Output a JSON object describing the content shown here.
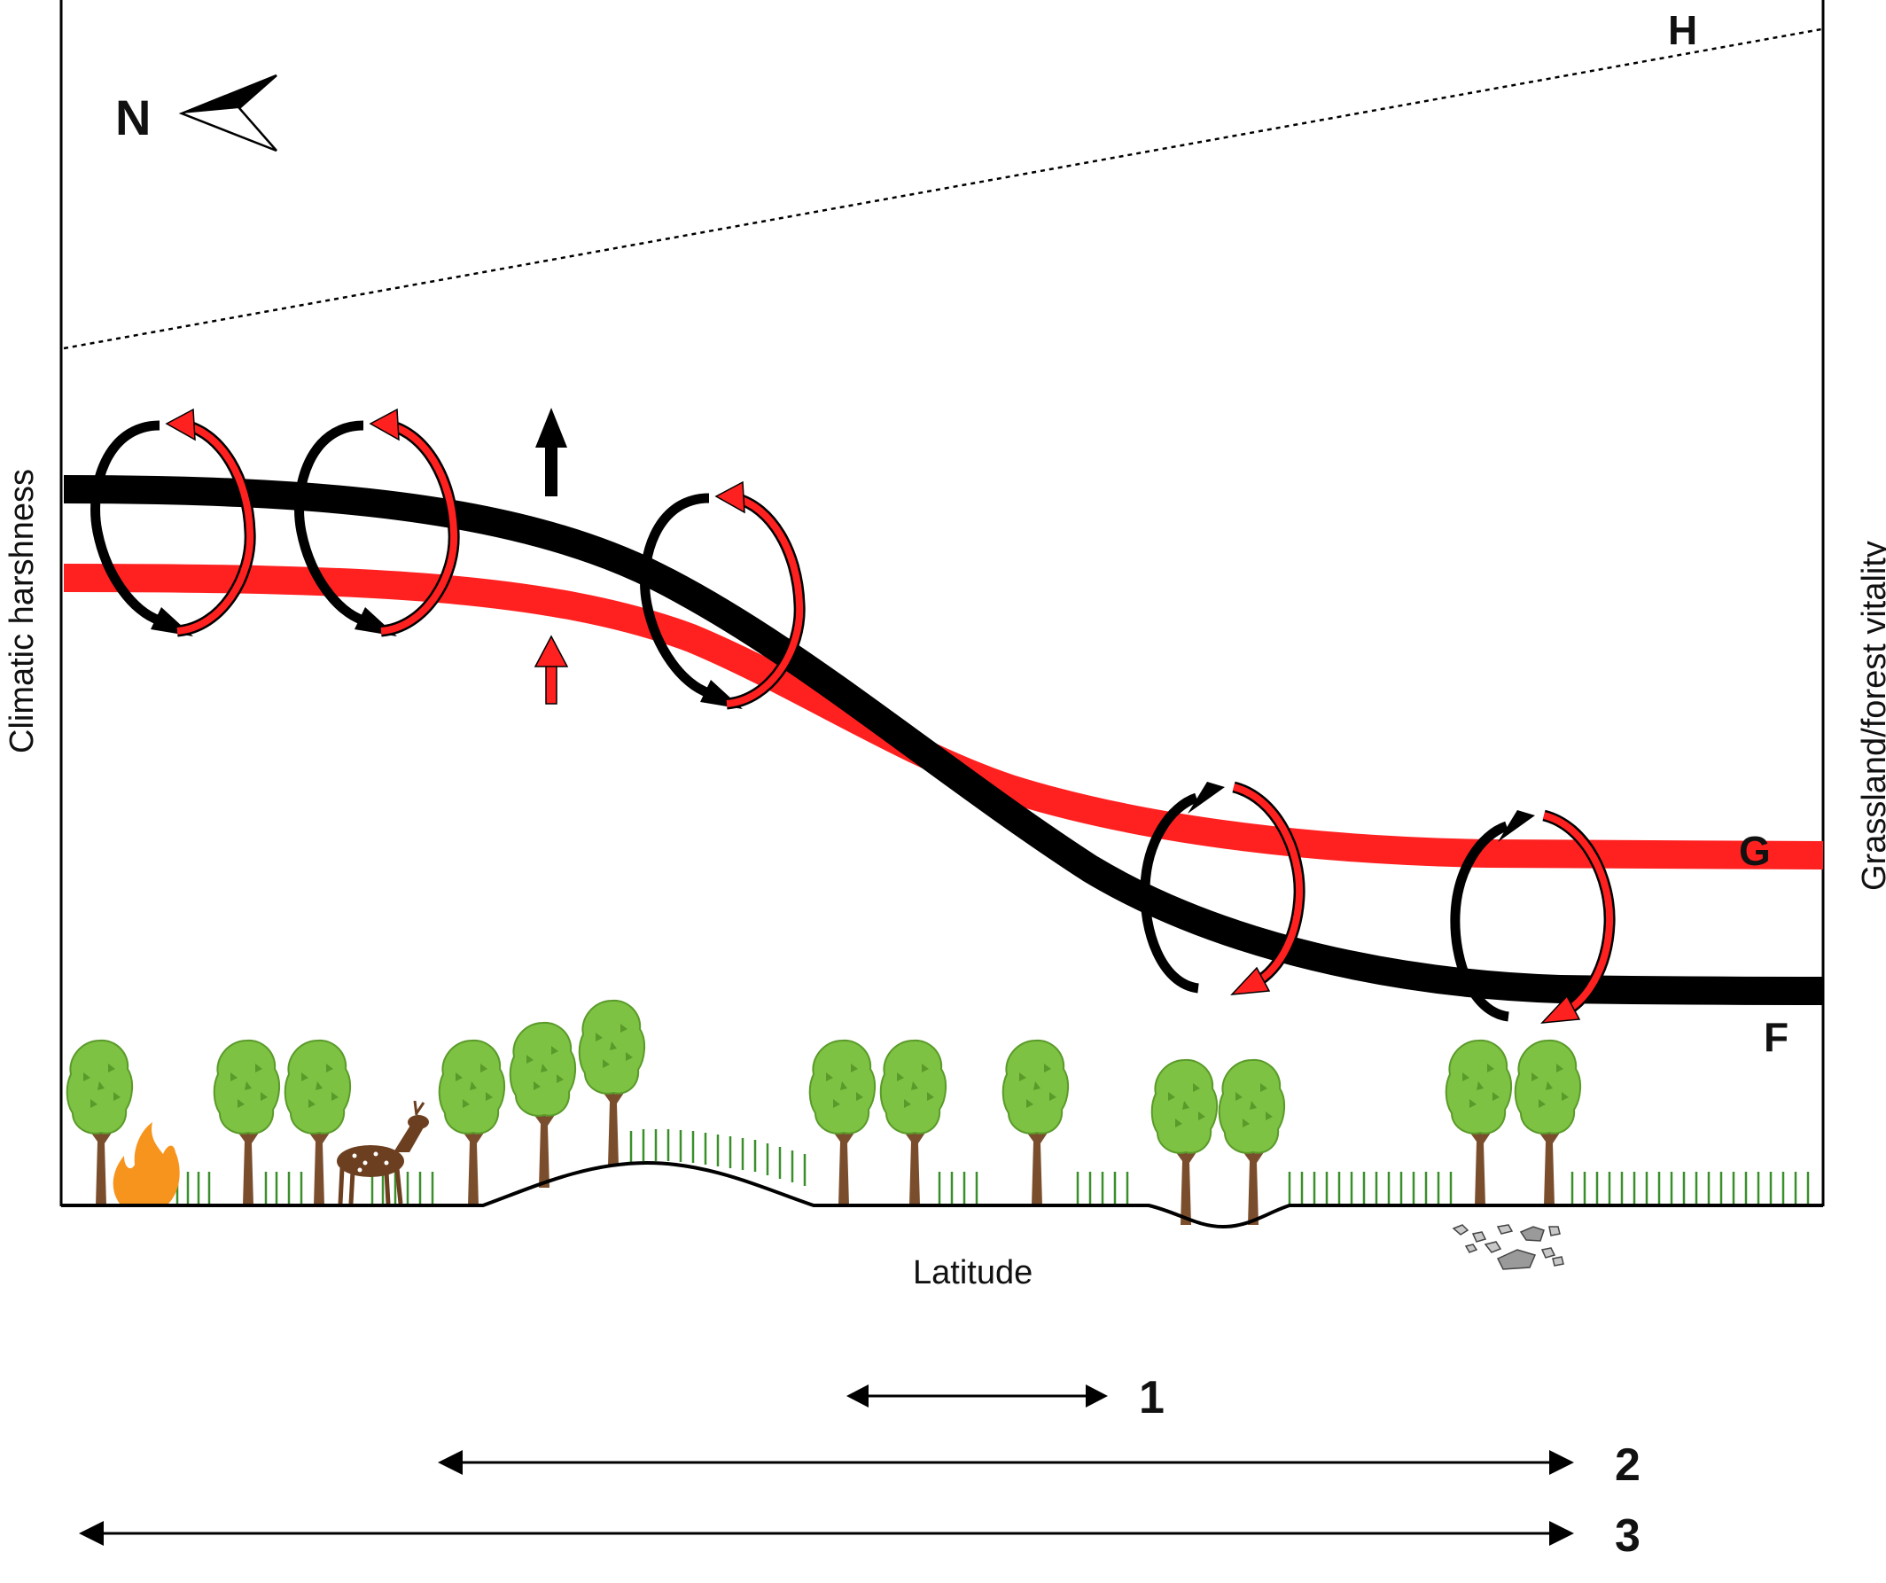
{
  "labels": {
    "compass": "N",
    "y_left": "Climatic harshness",
    "y_right": "Grassland/forest vitality",
    "x_axis": "Latitude",
    "curve_h": "H",
    "curve_g": "G",
    "curve_f": "F",
    "scale_1": "1",
    "scale_2": "2",
    "scale_3": "3"
  },
  "colors": {
    "forest_curve": "#000000",
    "grassland_curve": "#ff2020",
    "tree_crown": "#7dc242",
    "tree_trunk": "#7a4e2d",
    "grass": "#3a8f2c",
    "fire": "#f7941d",
    "rocks": "#9a9a9a"
  },
  "icons": {
    "compass": "north-arrow-icon",
    "tree": "tree-icon",
    "deer": "deer-icon",
    "fire": "fire-icon",
    "rocks": "rocks-icon",
    "feedback": "feedback-cycle-icon"
  }
}
